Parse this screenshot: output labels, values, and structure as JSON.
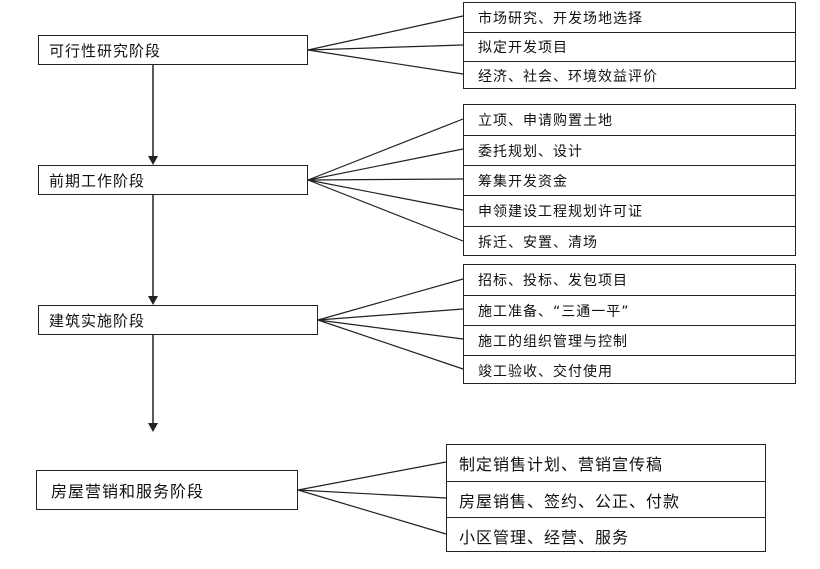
{
  "stages": [
    {
      "label": "可行性研究阶段",
      "tasks": [
        "市场研究、开发场地选择",
        "拟定开发项目",
        "经济、社会、环境效益评价"
      ]
    },
    {
      "label": "前期工作阶段",
      "tasks": [
        "立项、申请购置土地",
        "委托规划、设计",
        "筹集开发资金",
        "申领建设工程规划许可证",
        "拆迁、安置、清场"
      ]
    },
    {
      "label": "建筑实施阶段",
      "tasks": [
        "招标、投标、发包项目",
        "施工准备、“三通一平”",
        "施工的组织管理与控制",
        "竣工验收、交付使用"
      ]
    },
    {
      "label": "房屋营销和服务阶段",
      "tasks": [
        "制定销售计划、营销宣传稿",
        "房屋销售、签约、公正、付款",
        "小区管理、经营、服务"
      ]
    }
  ]
}
